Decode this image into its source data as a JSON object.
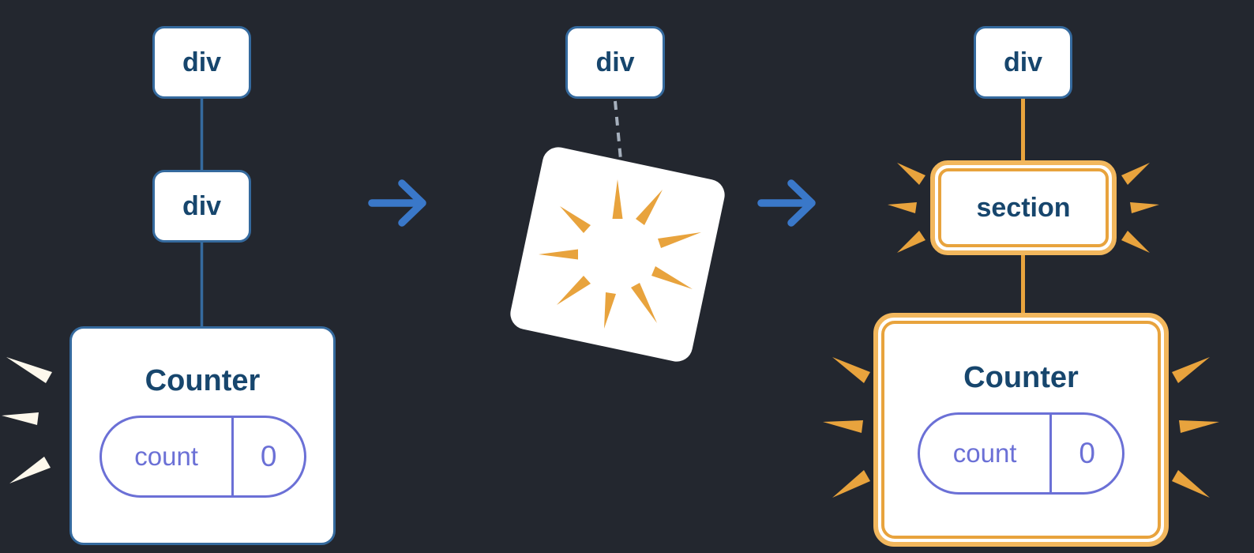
{
  "colors": {
    "background": "#23272f",
    "node_border_blue": "#356a9e",
    "node_text_navy": "#17466d",
    "state_purple": "#6b70d6",
    "arrow_blue": "#3a78c9",
    "highlight_orange": "#e8a33d",
    "highlight_orange_light": "#f2b75d",
    "burst_white": "#fdf8ec",
    "dashed_line_gray": "#a6b0bd"
  },
  "stage1": {
    "root_label": "div",
    "child_label": "div",
    "component": {
      "title": "Counter",
      "state_label": "count",
      "state_value": "0"
    }
  },
  "stage2": {
    "root_label": "div"
  },
  "stage3": {
    "root_label": "div",
    "section_label": "section",
    "component": {
      "title": "Counter",
      "state_label": "count",
      "state_value": "0"
    }
  }
}
